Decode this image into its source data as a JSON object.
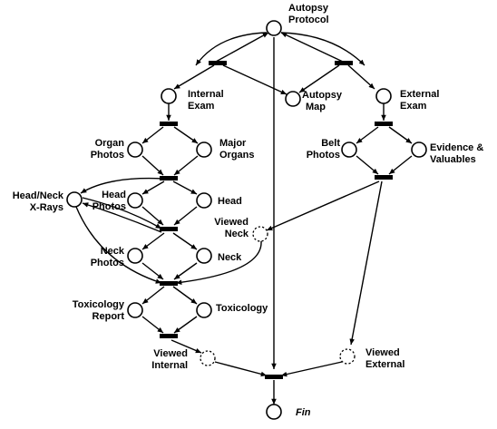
{
  "places": {
    "autopsy_protocol": {
      "line1": "Autopsy",
      "line2": "Protocol"
    },
    "internal_exam": {
      "line1": "Internal",
      "line2": "Exam"
    },
    "autopsy_map": {
      "line1": "Autopsy",
      "line2": "Map"
    },
    "external_exam": {
      "line1": "External",
      "line2": "Exam"
    },
    "organ_photos": {
      "line1": "Organ",
      "line2": "Photos"
    },
    "major_organs": {
      "line1": "Major",
      "line2": "Organs"
    },
    "belt_photos": {
      "line1": "Belt",
      "line2": "Photos"
    },
    "evidence_valuables": {
      "line1": "Evidence &",
      "line2": "Valuables"
    },
    "head_neck_xrays": {
      "line1": "Head/Neck",
      "line2": "X-Rays"
    },
    "head_photos": {
      "line1": "Head",
      "line2": "Photos"
    },
    "head": {
      "line1": "Head"
    },
    "viewed_neck": {
      "line1": "Viewed",
      "line2": "Neck"
    },
    "neck_photos": {
      "line1": "Neck",
      "line2": "Photos"
    },
    "neck": {
      "line1": "Neck"
    },
    "toxicology_report": {
      "line1": "Toxicology",
      "line2": "Report"
    },
    "toxicology": {
      "line1": "Toxicology"
    },
    "viewed_internal": {
      "line1": "Viewed",
      "line2": "Internal"
    },
    "viewed_external": {
      "line1": "Viewed",
      "line2": "External"
    },
    "fin": {
      "line1": "Fin"
    }
  }
}
